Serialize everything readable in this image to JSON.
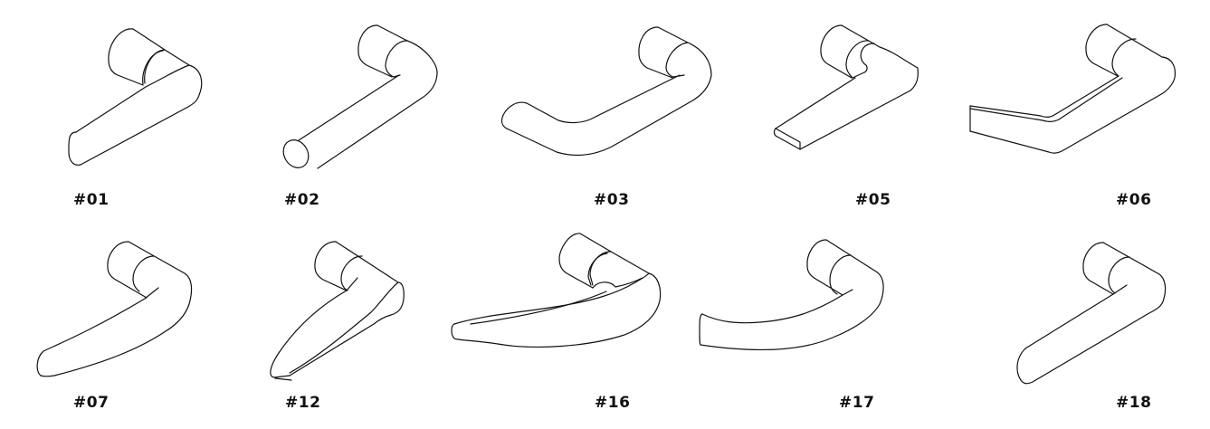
{
  "catalog": {
    "items": [
      {
        "code": "#01",
        "shape": "straight-oval-end-lever"
      },
      {
        "code": "#02",
        "shape": "straight-round-end-lever"
      },
      {
        "code": "#03",
        "shape": "u-return-lever"
      },
      {
        "code": "#05",
        "shape": "flat-bar-lever"
      },
      {
        "code": "#06",
        "shape": "angled-flat-return-lever"
      },
      {
        "code": "#07",
        "shape": "curved-tapered-lever"
      },
      {
        "code": "#12",
        "shape": "sculpted-tapered-lever"
      },
      {
        "code": "#16",
        "shape": "sweeping-blade-lever"
      },
      {
        "code": "#17",
        "shape": "curved-flat-end-lever"
      },
      {
        "code": "#18",
        "shape": "straight-rounded-end-lever"
      }
    ]
  },
  "colors": {
    "line": "#111111",
    "background": "#ffffff"
  }
}
